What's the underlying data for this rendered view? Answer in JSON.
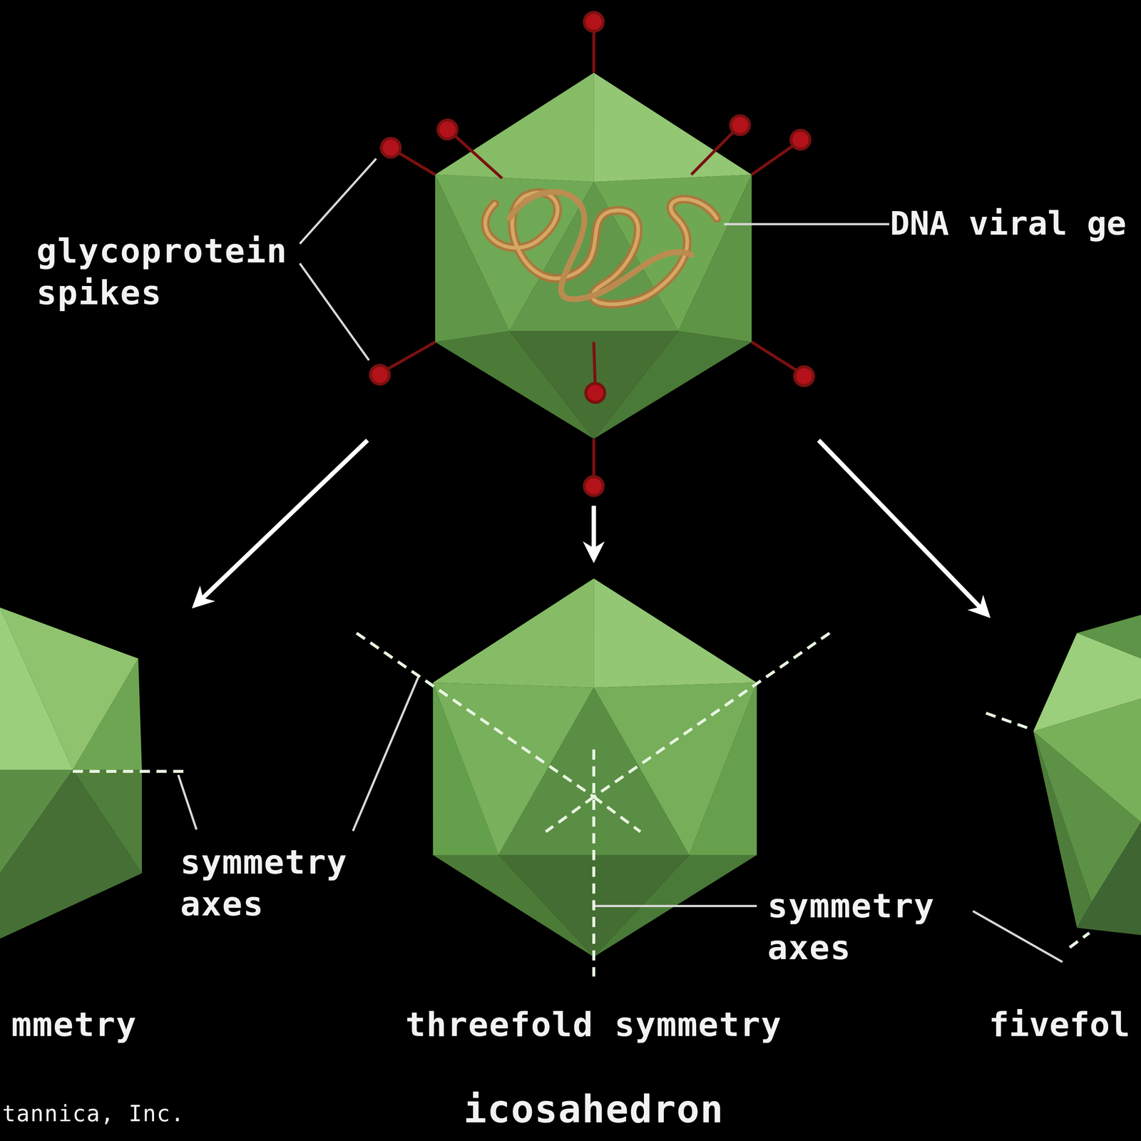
{
  "diagram": {
    "caption": "icosahedron",
    "labels": [
      "glycoprotein spikes",
      "DNA viral ge",
      "symmetry axes",
      "symmetry axes",
      "mmetry",
      "threefold symmetry",
      "fivefol",
      "tannica, Inc."
    ]
  }
}
